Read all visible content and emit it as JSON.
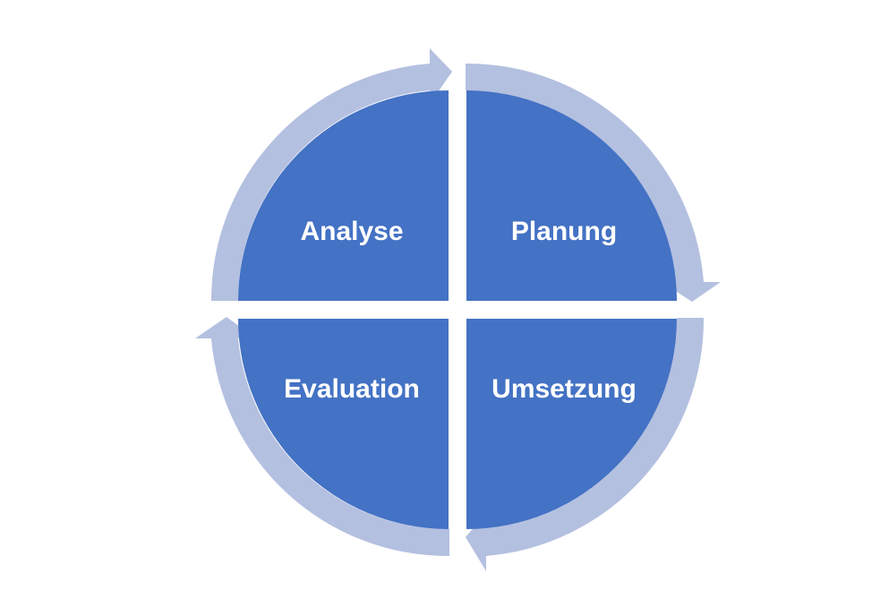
{
  "cycle": {
    "stages": [
      {
        "label": "Analyse"
      },
      {
        "label": "Planung"
      },
      {
        "label": "Umsetzung"
      },
      {
        "label": "Evaluation"
      }
    ],
    "colors": {
      "segment_fill": "#4472C4",
      "arrow_fill": "#B4C0E0",
      "label_text": "#FFFFFF",
      "background": "#FFFFFF"
    },
    "flow_direction": "clockwise"
  }
}
